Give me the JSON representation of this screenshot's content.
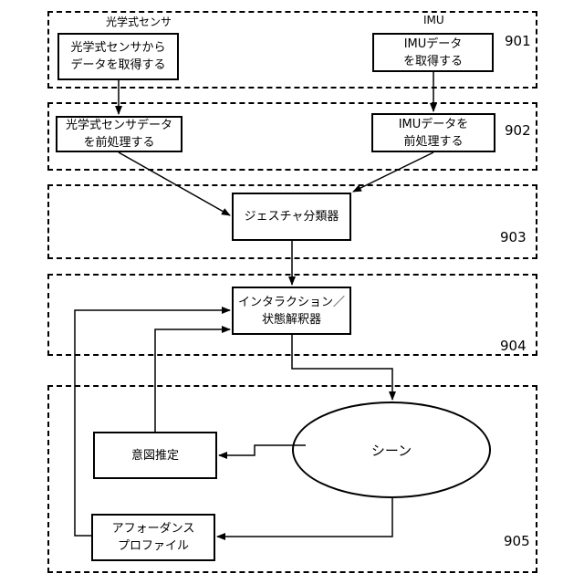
{
  "stages": [
    {
      "id": "901",
      "number": "901"
    },
    {
      "id": "902",
      "number": "902"
    },
    {
      "id": "903",
      "number": "903"
    },
    {
      "id": "904",
      "number": "904"
    },
    {
      "id": "905",
      "number": "905"
    }
  ],
  "sources": {
    "optical_sensor": "光学式センサ",
    "imu": "IMU"
  },
  "nodes": {
    "optical_acquire": "光学式センサから\nデータを取得する",
    "imu_acquire": "IMUデータ\nを取得する",
    "optical_preprocess": "光学式センサデータ\nを前処理する",
    "imu_preprocess": "IMUデータを\n前処理する",
    "gesture_classifier": "ジェスチャ分類器",
    "interaction_interpreter": "インタラクション／\n状態解釈器",
    "scene": "シーン",
    "intent_estimation": "意図推定",
    "affordance_profile": "アフォーダンス\nプロファイル"
  }
}
